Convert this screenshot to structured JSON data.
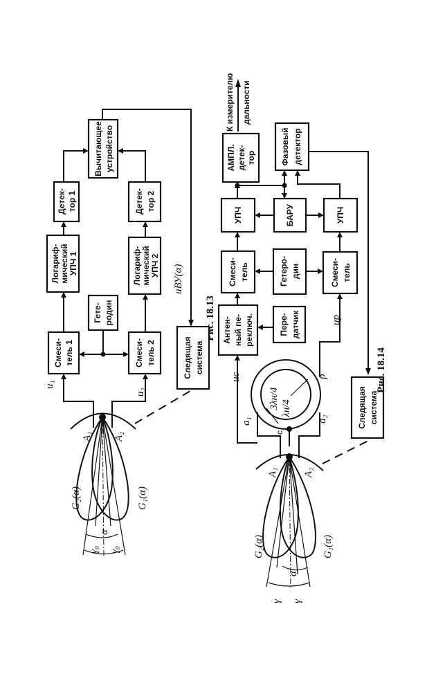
{
  "fig13": {
    "caption": "Рис. 18.13",
    "mixer1": [
      "Смеси-",
      "тель 1"
    ],
    "mixer2": [
      "Смеси-",
      "тель 2"
    ],
    "lo": [
      "Гете-",
      "родин"
    ],
    "log_if1": [
      "Логариф-",
      "мический",
      "УПЧ 1"
    ],
    "log_if2": [
      "Логариф-",
      "мический",
      "УПЧ 2"
    ],
    "det1": [
      "Детек-",
      "тор 1"
    ],
    "det2": [
      "Детек-",
      "тор 2"
    ],
    "subtractor": [
      "Вычитающее",
      "устройство"
    ],
    "tracking": [
      "Следящая",
      "система"
    ],
    "u1": "u₁",
    "u2": "u₂",
    "u_vu": "uВУ(α)",
    "A1": "A₁",
    "A2": "A₂",
    "G1": "G₁(α)",
    "G2": "G₂(α)",
    "gamma0": "γ₀",
    "alpha": "α"
  },
  "fig14": {
    "caption": "Рис. 18.14",
    "ant_switch": [
      "Антен-",
      "ный пе-",
      "реключ."
    ],
    "transmitter": [
      "Пере-",
      "датчик"
    ],
    "mixer_top": [
      "Смеси-",
      "тель"
    ],
    "mixer_bottom": [
      "Смеси-",
      "тель"
    ],
    "lo": [
      "Гетеро-",
      "дин"
    ],
    "if_top": "УПЧ",
    "if_bottom": "УПЧ",
    "agc": "БАРУ",
    "amp_det": [
      "АМПЛ.",
      "детек-",
      "тор"
    ],
    "phase_det": [
      "Фазовый",
      "детектор"
    ],
    "tracking": [
      "Следящая",
      "система"
    ],
    "to_range": [
      "К измерителю",
      "дальности"
    ],
    "uc": "uc",
    "up": "uр",
    "a1": "a₁",
    "a2": "a₂",
    "c": "c",
    "p": "p",
    "three_quarter": "3λн/4",
    "quarter": "λн/4",
    "A1": "A₁",
    "A2": "A₂",
    "G1": "G₁(α)",
    "G2": "G₂(α)",
    "gamma": "γ",
    "alpha": "α"
  }
}
